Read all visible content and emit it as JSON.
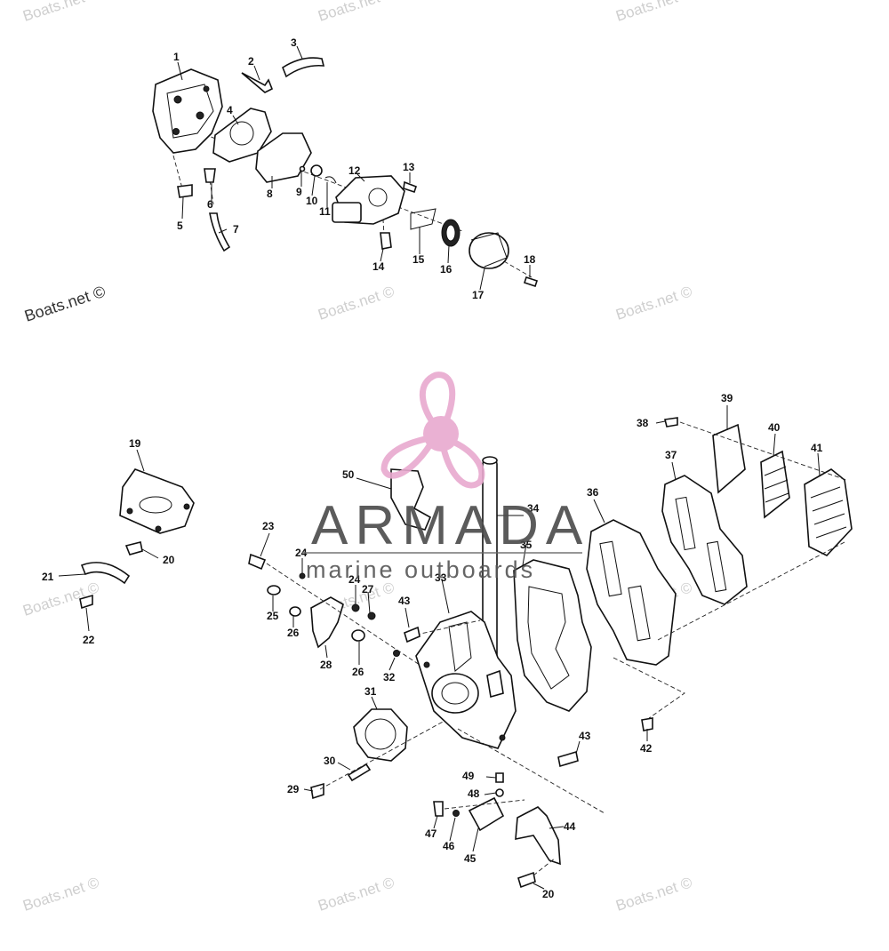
{
  "watermarks": {
    "faint": "Boats.net ©",
    "bold": "Boats.net ©"
  },
  "brand": {
    "name": "ARMADA",
    "tagline": "marine outboards",
    "logo_color": "#e8a9cf"
  },
  "callouts": {
    "c1": "1",
    "c2": "2",
    "c3": "3",
    "c4": "4",
    "c5": "5",
    "c6": "6",
    "c7": "7",
    "c8": "8",
    "c9": "9",
    "c10": "10",
    "c11": "11",
    "c12": "12",
    "c13": "13",
    "c14": "14",
    "c15": "15",
    "c16": "16",
    "c17": "17",
    "c18": "18",
    "c19": "19",
    "c20": "20",
    "c21": "21",
    "c22": "22",
    "c23": "23",
    "c24": "24",
    "c25": "25",
    "c26": "26",
    "c27": "27",
    "c28": "28",
    "c29": "29",
    "c30": "30",
    "c31": "31",
    "c32": "32",
    "c33": "33",
    "c34": "34",
    "c35": "35",
    "c36": "36",
    "c37": "37",
    "c38": "38",
    "c39": "39",
    "c40": "40",
    "c41": "41",
    "c42": "42",
    "c43": "43",
    "c44": "44",
    "c45": "45",
    "c46": "46",
    "c47": "47",
    "c48": "48",
    "c49": "49",
    "c50": "50"
  }
}
